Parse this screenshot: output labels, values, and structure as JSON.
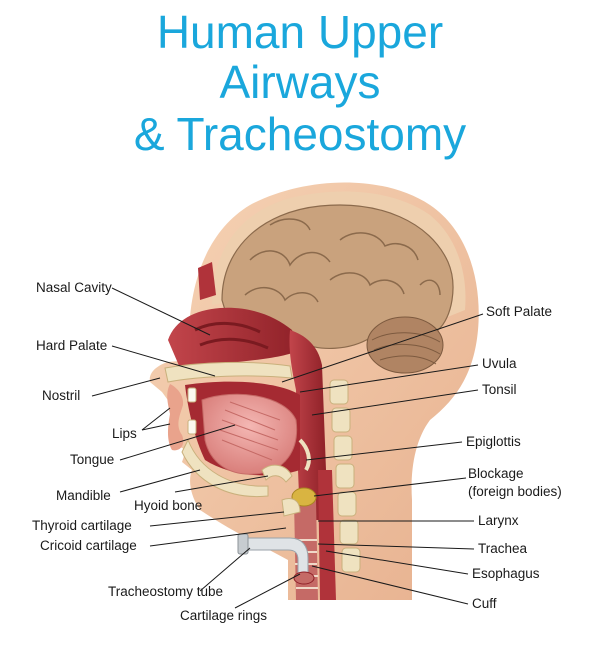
{
  "title": {
    "line1": "Human Upper",
    "line2": "Airways",
    "line3": "& Tracheostomy"
  },
  "labels": {
    "nasal_cavity": "Nasal Cavity",
    "hard_palate": "Hard Palate",
    "nostril": "Nostril",
    "lips": "Lips",
    "tongue": "Tongue",
    "mandible": "Mandible",
    "hyoid_bone": "Hyoid bone",
    "thyroid_cartilage": "Thyroid cartilage",
    "cricoid_cartilage": "Cricoid cartilage",
    "tracheostomy_tube": "Tracheostomy tube",
    "cartilage_rings": "Cartilage rings",
    "soft_palate": "Soft Palate",
    "uvula": "Uvula",
    "tonsil": "Tonsil",
    "epiglottis": "Epiglottis",
    "blockage_line1": "Blockage",
    "blockage_line2": "(foreign bodies)",
    "larynx": "Larynx",
    "trachea": "Trachea",
    "esophagus": "Esophagus",
    "cuff": "Cuff"
  },
  "colors": {
    "title": "#1aa7dc",
    "skin": "#f3c8a6",
    "brain": "#c9a27d",
    "tissue": "#b0333a",
    "bone": "#efe2c0",
    "cuff": "#d9b441"
  }
}
